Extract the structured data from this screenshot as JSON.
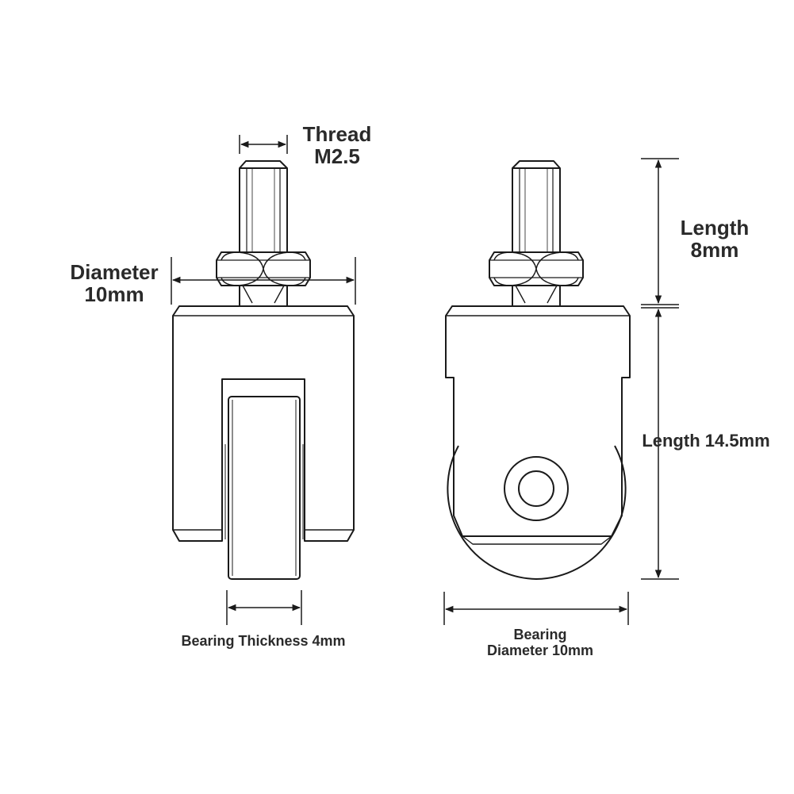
{
  "labels": {
    "thread_line1": "Thread",
    "thread_line2": "M2.5",
    "diameter_line1": "Diameter",
    "diameter_line2": "10mm",
    "length_top_line1": "Length",
    "length_top_line2": "8mm",
    "length_body": "Length 14.5mm",
    "bearing_thickness": "Bearing Thickness 4mm",
    "bearing_diameter_line1": "Bearing",
    "bearing_diameter_line2": "Diameter 10mm"
  },
  "colors": {
    "line": "#1a1a1a",
    "text": "#2a2a2a",
    "background": "#ffffff"
  }
}
